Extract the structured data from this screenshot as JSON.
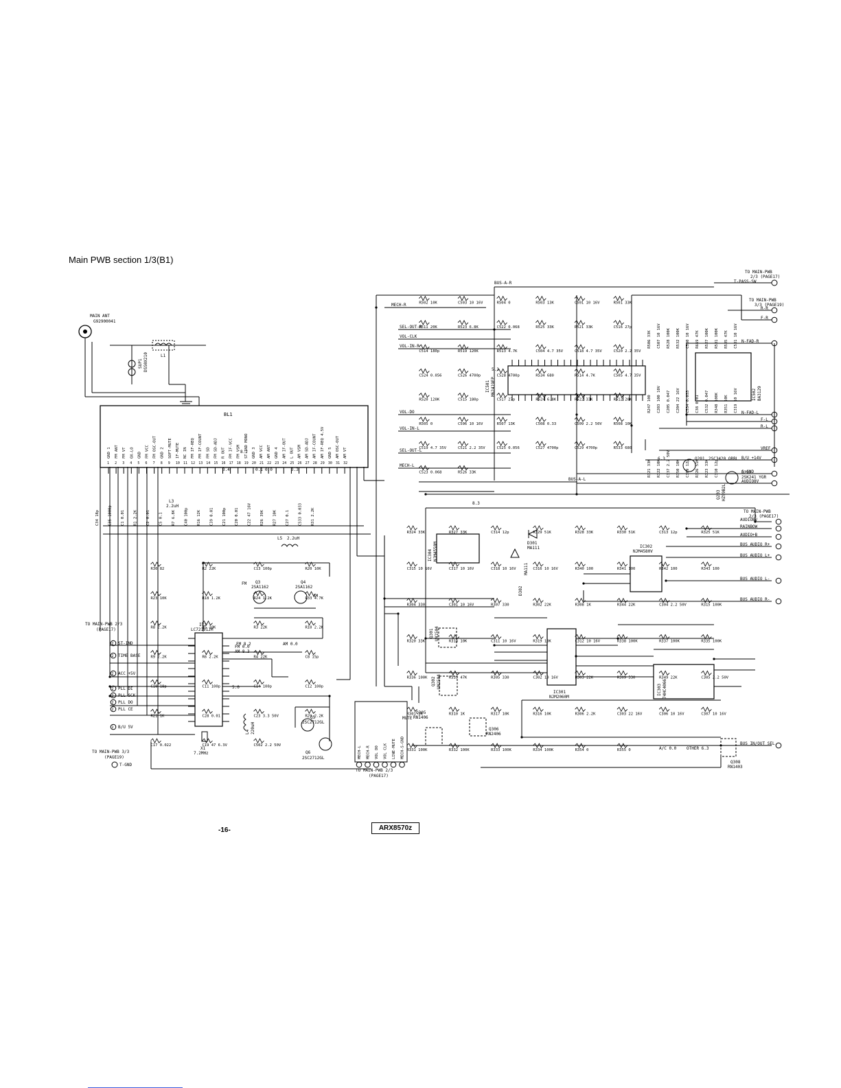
{
  "header": {
    "title": "Main PWB section 1/3(B1)"
  },
  "footer": {
    "page_number": "-16-",
    "model": "ARX8570z"
  },
  "colors": {
    "ink": "#000000",
    "paper": "#ffffff"
  },
  "schematic": {
    "antenna": {
      "label": "MAIN ANT",
      "part": "G92900041"
    },
    "connectors": {
      "left_top": {
        "label": "TO MAIN-PWB 2/3",
        "page": "(PAGE17)",
        "pins": [
          "ST-IND",
          "TIME BASE",
          "ACC +5V",
          "PLL DI",
          "PLL SCK",
          "PLL DO",
          "PLL CE",
          "B/U 5V"
        ]
      },
      "left_bottom": {
        "label": "TO MAIN-PWB 3/3",
        "page": "(PAGE19)",
        "pins": [
          "T-GND"
        ]
      },
      "right_top_a": {
        "label": "TO MAIN-PWB",
        "sub": "2/3 (PAGE17)",
        "pins": [
          "T-PASS-SW"
        ]
      },
      "right_top_b": {
        "label": "TO MAIN-PWB",
        "sub": "3/3 (PAGE19)",
        "pins": [
          "R-R",
          "F-R",
          "N-FAD-R",
          "N-FAD-L",
          "F-L",
          "R-L",
          "VREF",
          "B/U +14V",
          "S-GND",
          "AUDIO8V"
        ]
      },
      "right_mid": {
        "label": "TO MAIN-PWB",
        "sub": "2/3 (PAGE17)",
        "pins": [
          "AUDIO8V",
          "RAINBOW",
          "AUDIO+B",
          "BUS AUDIO R+",
          "BUS AUDIO L+",
          "BUS AUDIO L-",
          "BUS AUDIO R-",
          "BUS IN/OUT SEL"
        ]
      },
      "bottom": {
        "label": "TO MAIN-PWB 2/3",
        "page": "(PAGE17)",
        "pins": [
          "MECH-L",
          "MECH-R",
          "VOL DO",
          "VOL CLK",
          "LINE-MUTE",
          "MECH-S-GND"
        ]
      }
    },
    "tuner": {
      "ref": "BL1",
      "pins": [
        "GND 1",
        "FM ANT",
        "FM VT",
        "OX-LO",
        "GND",
        "FM VCC",
        "FM OSC-OUT",
        "GND 2",
        "SOFT-MUTE",
        "IF-MUTE",
        "NC IN",
        "FM IF-REQ",
        "FM IF-COUNT",
        "FM SD",
        "FM SD-ADJ",
        "R OUT",
        "FM IF-VCC",
        "FM VSM",
        "ST-IND MONO",
        "GND 3",
        "AM VCC",
        "AM ANT",
        "GND 4",
        "AM IF-OUT",
        "L OUT",
        "AM VSM",
        "AM SD-ADJ",
        "AM IF-COUNT",
        "AM IF-REQ 4.5V",
        "GND 5",
        "AM OSC-OUT",
        "AM VT"
      ]
    },
    "ics": [
      {
        "ref": "IC2",
        "part": "LC72191JM"
      },
      {
        "ref": "IC501",
        "part": "M62419FP"
      },
      {
        "ref": "IC502",
        "part": "BA3129"
      },
      {
        "ref": "IC302",
        "part": "NJM4580V"
      },
      {
        "ref": "IC301",
        "part": "NJM2060M"
      },
      {
        "ref": "IC303",
        "part": "74HC4066"
      },
      {
        "ref": "IC304",
        "part": "NJM4558M"
      }
    ],
    "transistors": [
      {
        "ref": "Q3",
        "part": "2SA1162",
        "note": "FM"
      },
      {
        "ref": "Q4",
        "part": "2SA1162",
        "note": "AM"
      },
      {
        "ref": "Q5",
        "part": "2SC2712GL"
      },
      {
        "ref": "Q6",
        "part": "2SC2712GL"
      },
      {
        "ref": "Q201",
        "part": "2SC3420 ORBL"
      },
      {
        "ref": "Q202",
        "part": "2SK241 YGR"
      },
      {
        "ref": "Q203",
        "part": "HZS9B2L"
      },
      {
        "ref": "Q301",
        "part": "UN1504"
      },
      {
        "ref": "Q302",
        "part": "UN1504"
      },
      {
        "ref": "Q305",
        "part": "RN1406"
      },
      {
        "ref": "Q306",
        "part": "RN2406"
      },
      {
        "ref": "Q308",
        "part": "RN1403"
      }
    ],
    "diodes": [
      {
        "ref": "D301",
        "part": "MA111"
      },
      {
        "ref": "D302",
        "part": "MA111"
      }
    ],
    "misc": [
      {
        "ref": "SUP1",
        "part": "DSS0X210"
      },
      {
        "ref": "X1",
        "part": "7.2MHz"
      },
      {
        "ref": "L1",
        "part": ""
      },
      {
        "ref": "L3",
        "part": "2.2uH"
      },
      {
        "ref": "L4",
        "part": "220uH"
      },
      {
        "ref": "L5",
        "part": "2.2uH"
      }
    ],
    "passives": [
      "C34 18p",
      "C35 1000p",
      "C1 0.01",
      "R1 2.2K",
      "C2 0.01",
      "C5 0.1",
      "R7 6.8K",
      "C40 100p",
      "R16 12K",
      "C39 0.01",
      "C21 100p",
      "C20 0.01",
      "C22 47 16V",
      "R26 39K",
      "R27 10K",
      "C27 0.1",
      "C533 0.033",
      "R31 2.2K",
      "R30 82",
      "R2 22K",
      "C13 100p",
      "R20 10K",
      "R23 10K",
      "R18 1.2K",
      "R24 1.2K",
      "R33 4.7K",
      "R8 2.2K",
      "R5 10K",
      "R3 22K",
      "R10 2.2K",
      "R9 2.2K",
      "R6 2.2K",
      "R4 22K",
      "C8 15p",
      "C10 18p",
      "C11 100p",
      "C14 100p",
      "C12 100p",
      "R21 1K",
      "C28 0.01",
      "C23 3.3 50V",
      "R29 2.2K",
      "C17 0.022",
      "C19 47 6.3V",
      "C502 2.2 50V",
      "R502 10K",
      "C503 10 16V",
      "R504 0",
      "R503 13K",
      "C501 10 16V",
      "R501 33K",
      "R511 20K",
      "R523 6.8K",
      "C522 0.068",
      "R525 33K",
      "R521 33K",
      "C516 27p",
      "C514 180p",
      "R519 120K",
      "R513 4.7K",
      "C504 4.7 35V",
      "C518 4.7 35V",
      "C520 2.2 35V",
      "C524 0.056",
      "C526 4700p",
      "C528 4700p",
      "R534 680",
      "R514 4.7K",
      "C505 4.7 35V",
      "R520 120K",
      "C515 180p",
      "C517 27p",
      "R524 6.8K",
      "R522 33K",
      "R512 20K",
      "R505 0",
      "C506 10 16V",
      "R507 13K",
      "C508 0.33",
      "C509 2.2 50V",
      "R508 10K",
      "C519 4.7 35V",
      "C521 2.2 35V",
      "C525 0.056",
      "C527 4700p",
      "C529 4700p",
      "R533 680",
      "C523 0.068",
      "R526 33K",
      "R506 33K",
      "C507 10 16V",
      "R528 100K",
      "R532 100K",
      "C530 10 16V",
      "R619 47K",
      "R527 100K",
      "R531 100K",
      "R535 47K",
      "C531 10 16V",
      "R247 100",
      "C203 100 10V",
      "C205 0.047",
      "C204 22 16V",
      "C534 0.033",
      "C38 0.01",
      "C532 0.047",
      "R348 100K",
      "R351 10K",
      "C319 10 16V",
      "R321 33K",
      "R322 10K",
      "C337 2.2 50V",
      "R350 10K",
      "C309 12p",
      "R326 51K",
      "R323 33K",
      "C310 12p",
      "R324 33K",
      "R327 33K",
      "C314 12p",
      "R329 51K",
      "R328 33K",
      "R330 51K",
      "C313 12p",
      "R325 51K",
      "C315 10 16V",
      "C317 10 16V",
      "C318 10 16V",
      "C316 10 16V",
      "R340 100",
      "R341 100",
      "R342 100",
      "R343 100",
      "R304 330",
      "C301 10 16V",
      "R307 330",
      "R302 22K",
      "R308 1K",
      "R344 22K",
      "C304 2.2 50V",
      "R315 100K",
      "R320 33K",
      "R318 10K",
      "C311 10 16V",
      "R319 10K",
      "C312 10 16V",
      "R338 100K",
      "R337 100K",
      "R335 100K",
      "R336 100K",
      "R339 47K",
      "R305 330",
      "C302 10 16V",
      "R303 22K",
      "R309 330",
      "R349 22K",
      "C305 2.2 50V",
      "R301 1K",
      "R310 1K",
      "R317 10K",
      "R316 10K",
      "R306 2.2K",
      "C303 22 16V",
      "C306 10 16V",
      "C307 10 16V",
      "R331 100K",
      "R332 100K",
      "R333 100K",
      "R334 100K",
      "R354 0",
      "R355 0"
    ],
    "nets": [
      "BUS-A-R",
      "MECH-R",
      "SEL-OUT-R",
      "VOL-CLK",
      "VOL-IN-R",
      "VOL-DO",
      "VOL-IN-L",
      "SEL-OUT-L",
      "MECH-L",
      "BUS-A-L",
      "MUTE"
    ],
    "voltages": [
      "8.3",
      "6.3",
      "5.0",
      "5.1",
      "3.3",
      "3.4",
      "8.2",
      "0.0",
      "0.1",
      "A/C 0.0",
      "OTHER 6.3",
      "FM 0.0",
      "AM 8.3",
      "FM 8.2",
      "AM 0.0"
    ]
  }
}
